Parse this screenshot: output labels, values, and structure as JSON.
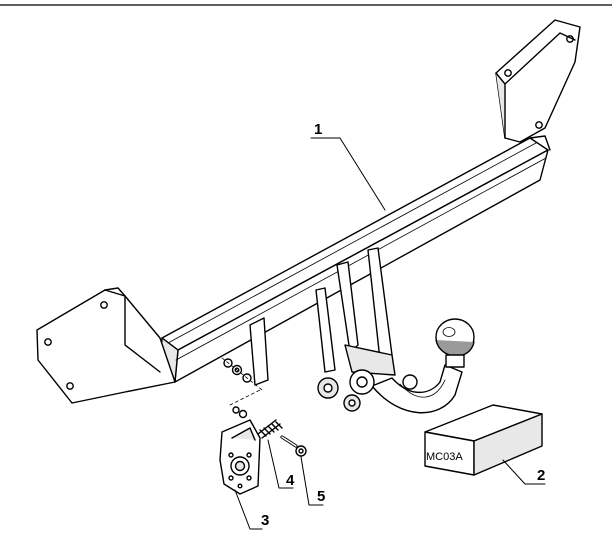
{
  "colors": {
    "ink": "#000000",
    "fill": "#ffffff",
    "shade": "#e8e8e8",
    "dark": "#9a9a9a"
  },
  "callouts": [
    {
      "number": "1",
      "part": "tow-bar-crossbeam"
    },
    {
      "number": "2",
      "part": "electrical-kit-box"
    },
    {
      "number": "3",
      "part": "socket-mounting-plate"
    },
    {
      "number": "4",
      "part": "spring"
    },
    {
      "number": "5",
      "part": "bolt"
    }
  ],
  "box": {
    "code": "MC03A"
  }
}
